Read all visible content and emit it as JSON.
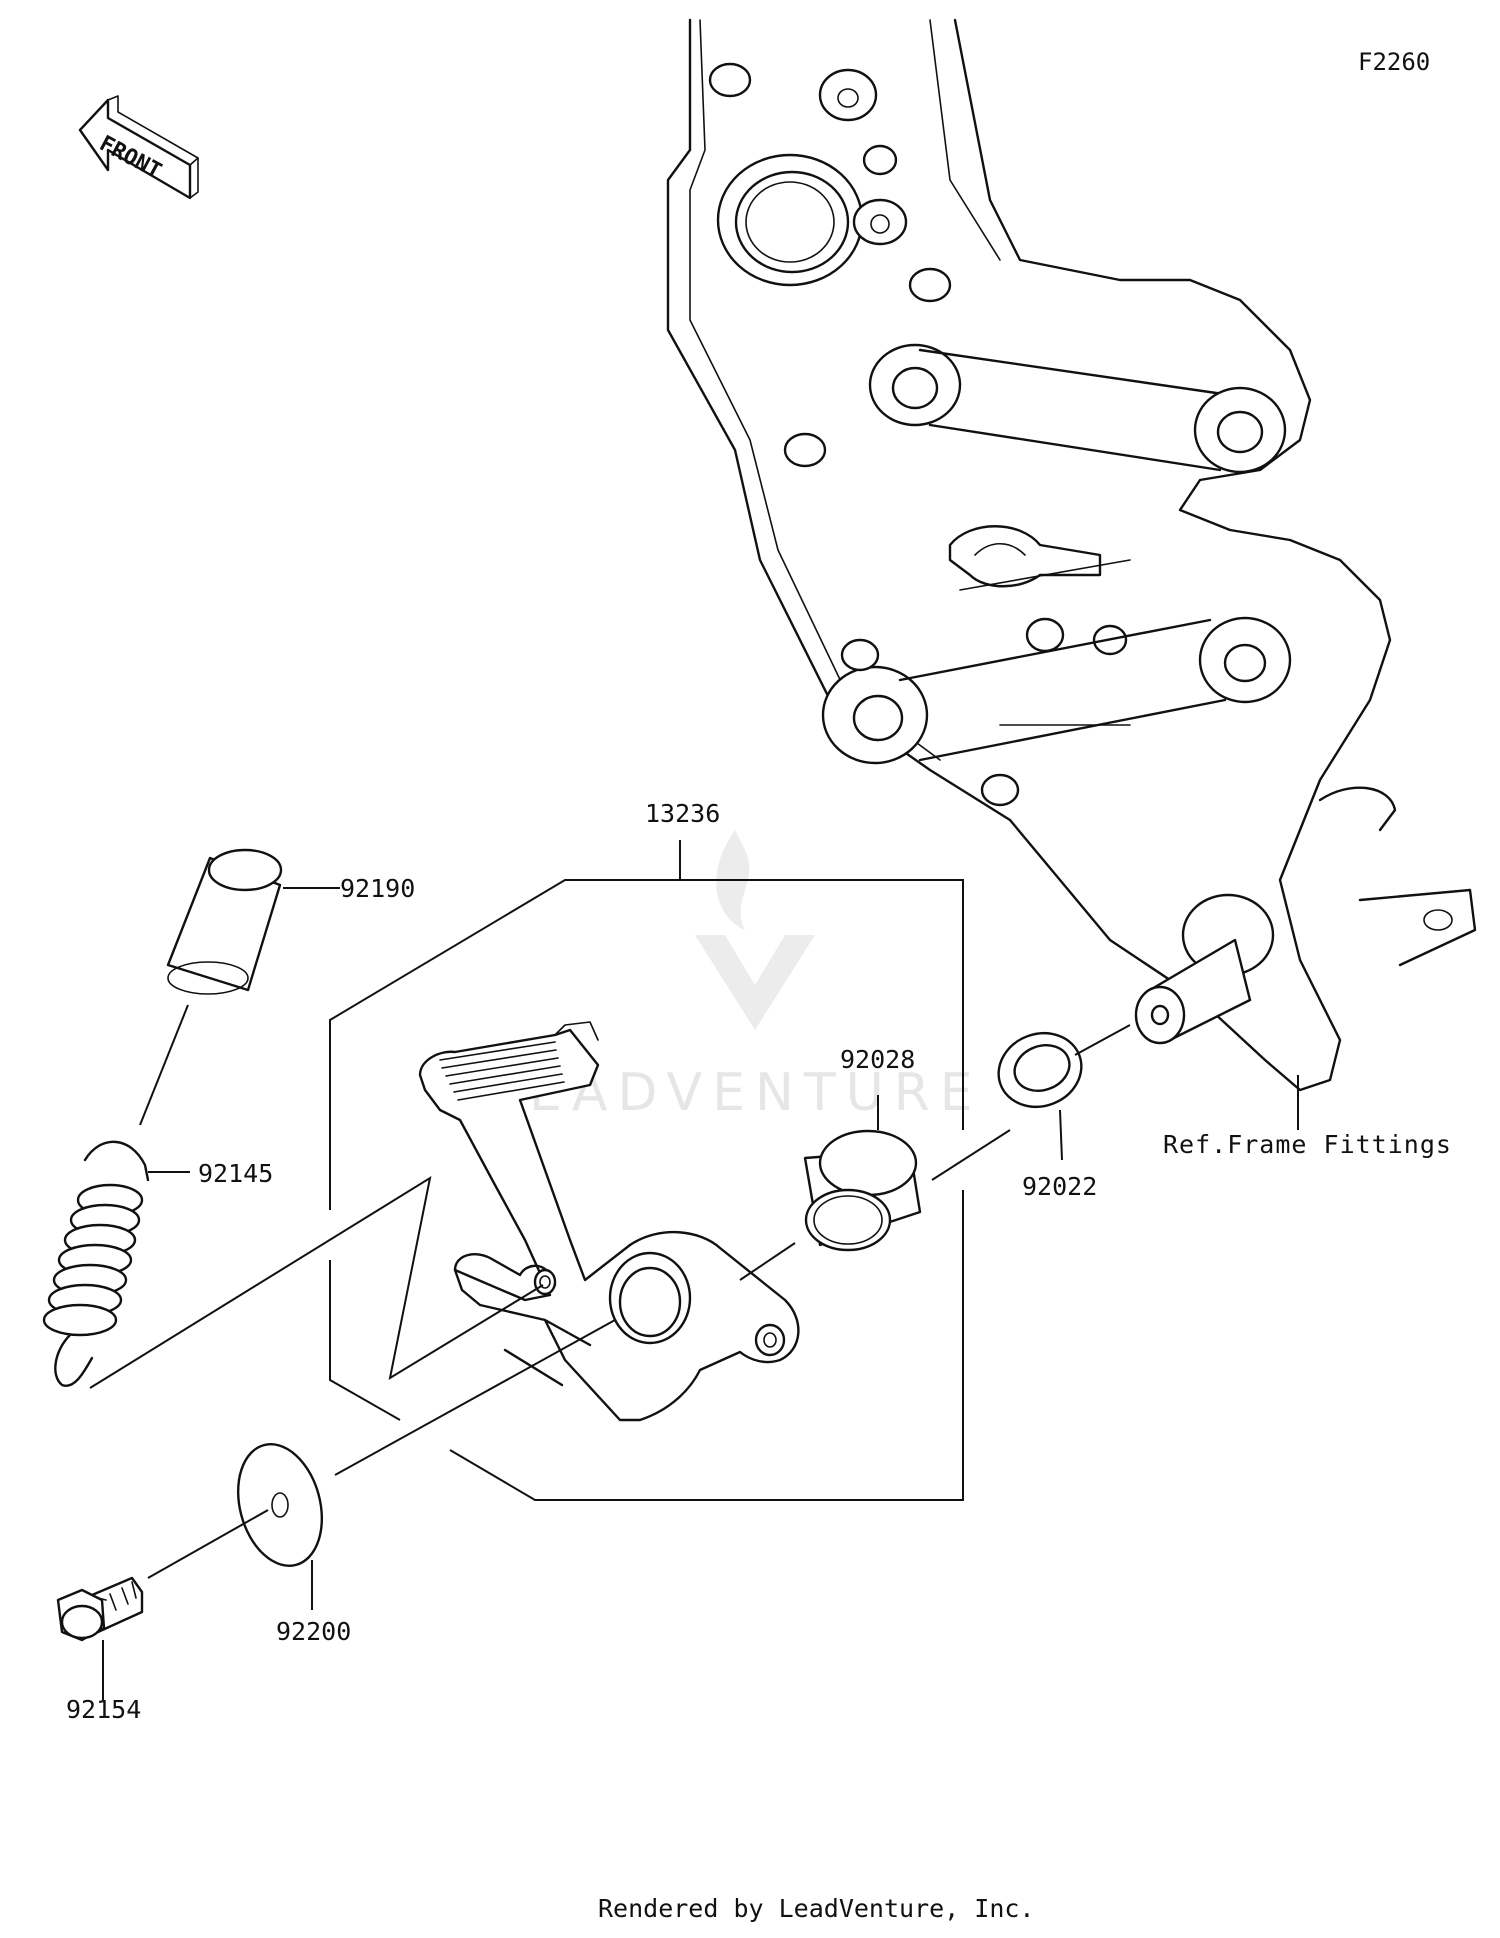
{
  "diagram_code": "F2260",
  "front_marker": "FRONT",
  "reference_label": "Ref.Frame Fittings",
  "parts": {
    "p13236": "13236",
    "p92190": "92190",
    "p92145": "92145",
    "p92028": "92028",
    "p92022": "92022",
    "p92200": "92200",
    "p92154": "92154"
  },
  "watermark": "LEADVENTURE",
  "footer": "Rendered by LeadVenture, Inc."
}
